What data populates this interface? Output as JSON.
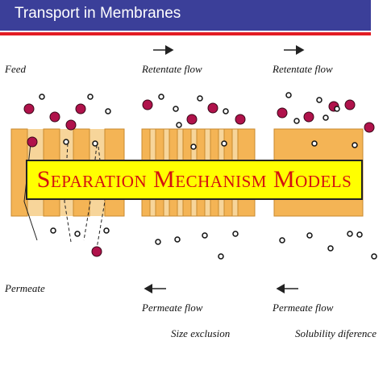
{
  "header": {
    "title": "Transport in Membranes"
  },
  "labels": {
    "feed": "Feed",
    "retentate_1": "Retentate flow",
    "retentate_2": "Retentate flow",
    "permeate": "Permeate",
    "permeate_flow_1": "Permeate flow",
    "permeate_flow_2": "Permeate flow",
    "size_exclusion": "Size exclusion",
    "solubility": "Solubility diference"
  },
  "banner": {
    "title": "Separation Mechanism Models"
  },
  "colors": {
    "header_bg": "#3b3f99",
    "header_line": "#e31b23",
    "membrane": "#f4b455",
    "membrane_stroke": "#c98a2f",
    "large_particle": "#b0124b",
    "banner_bg": "#ffff00",
    "banner_text": "#d41010"
  }
}
